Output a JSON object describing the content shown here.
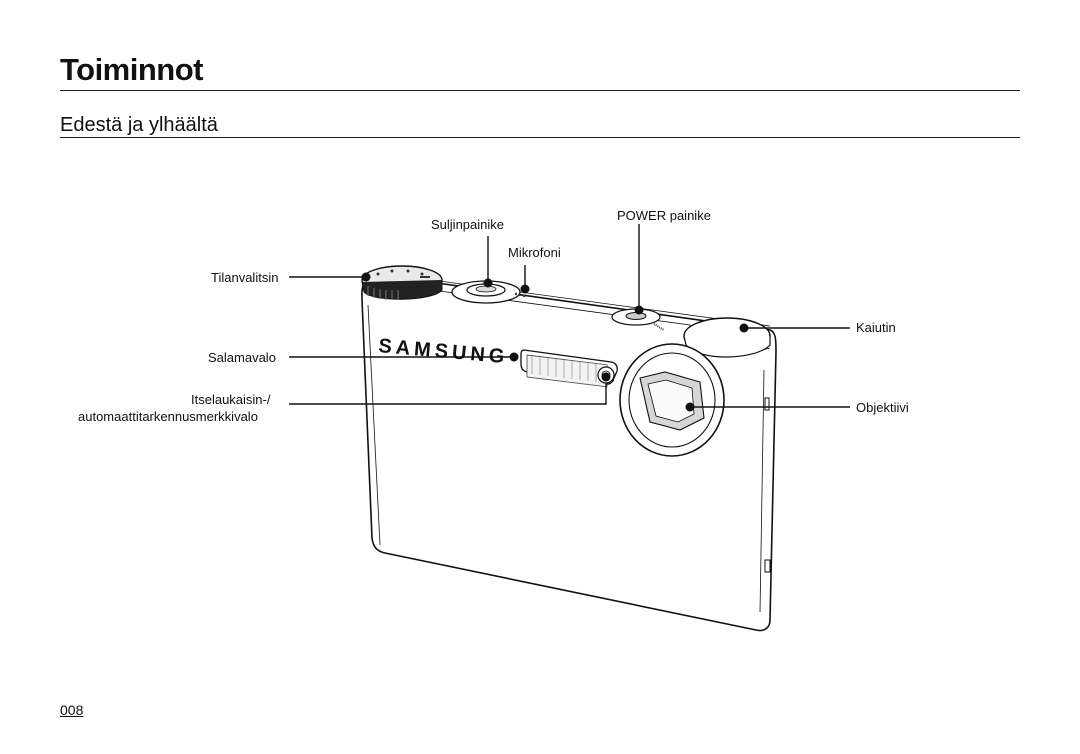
{
  "page": {
    "title": "Toiminnot",
    "subtitle": "Edestä ja ylhäältä",
    "page_number": "008"
  },
  "labels": {
    "shutter": "Suljinpainike",
    "power": "POWER painike",
    "microphone": "Mikrofoni",
    "mode_dial": "Tilanvalitsin",
    "speaker": "Kaiutin",
    "flash": "Salamavalo",
    "selftimer_line1": "Itselaukaisin-/",
    "selftimer_line2": "automaattitarkennusmerkkivalo",
    "lens": "Objektiivi"
  },
  "camera": {
    "brand": "SAMSUNG"
  }
}
